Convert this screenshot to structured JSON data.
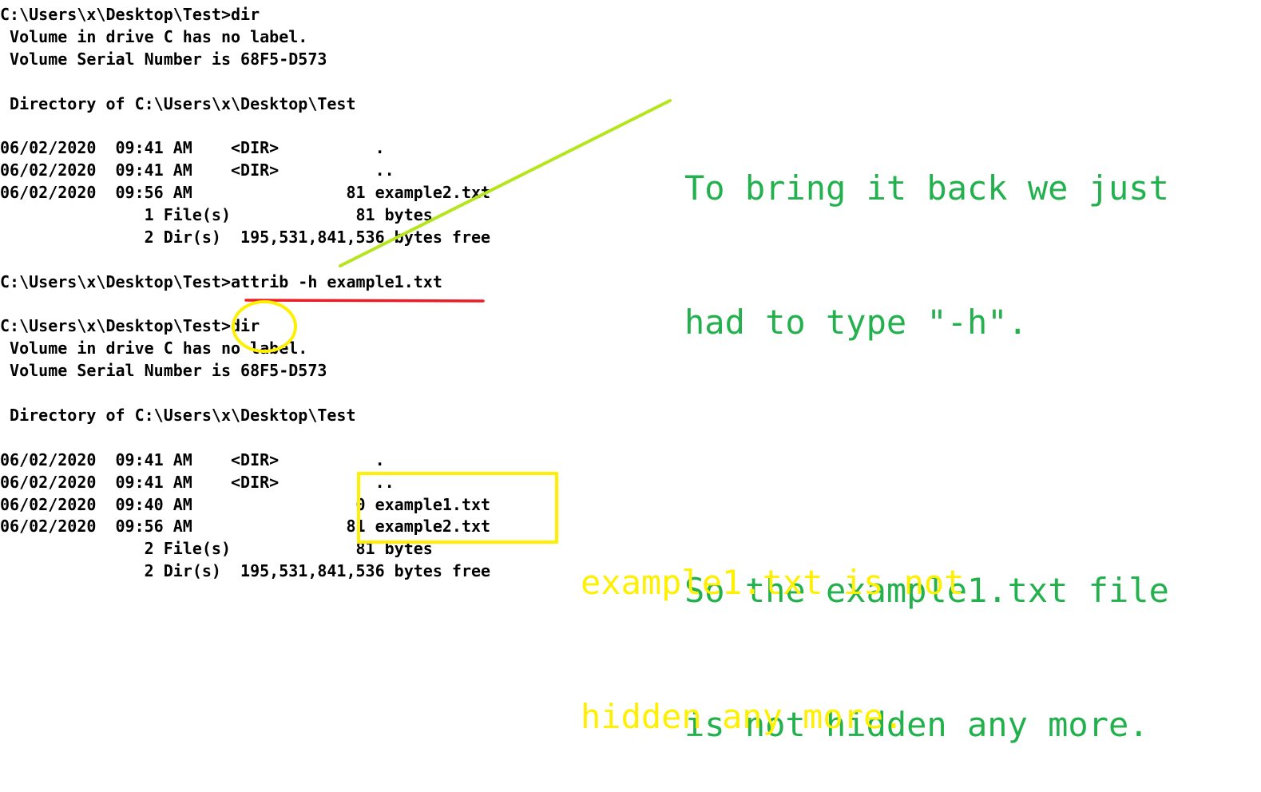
{
  "console": {
    "lines": [
      "C:\\Users\\x\\Desktop\\Test>dir",
      " Volume in drive C has no label.",
      " Volume Serial Number is 68F5-D573",
      "",
      " Directory of C:\\Users\\x\\Desktop\\Test",
      "",
      "06/02/2020  09:41 AM    <DIR>          .",
      "06/02/2020  09:41 AM    <DIR>          ..",
      "06/02/2020  09:56 AM                81 example2.txt",
      "               1 File(s)             81 bytes",
      "               2 Dir(s)  195,531,841,536 bytes free",
      "",
      "C:\\Users\\x\\Desktop\\Test>attrib -h example1.txt",
      "",
      "C:\\Users\\x\\Desktop\\Test>dir",
      " Volume in drive C has no label.",
      " Volume Serial Number is 68F5-D573",
      "",
      " Directory of C:\\Users\\x\\Desktop\\Test",
      "",
      "06/02/2020  09:41 AM    <DIR>          .",
      "06/02/2020  09:41 AM    <DIR>          ..",
      "06/02/2020  09:40 AM                 0 example1.txt",
      "06/02/2020  09:56 AM                81 example2.txt",
      "               2 File(s)             81 bytes",
      "               2 Dir(s)  195,531,841,536 bytes free"
    ]
  },
  "annotations": {
    "green_note": {
      "line1": "To bring it back we just",
      "line2": "had to type \"-h\".",
      "line3": "",
      "line4": "So the example1.txt file",
      "line5": "is not hidden any more."
    },
    "yellow_note": {
      "line1": "example1.txt is not",
      "line2": "hidden any more."
    }
  },
  "colors": {
    "console_text": "#000000",
    "green_note": "#22b14c",
    "green_pointer": "#b5e61d",
    "red_underline": "#ed1c24",
    "yellow_marks": "#ffef00"
  }
}
